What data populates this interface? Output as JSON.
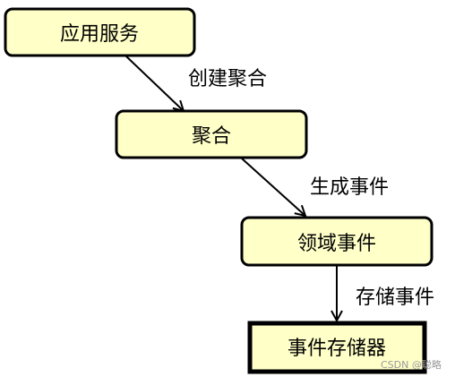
{
  "nodes": [
    {
      "id": "app-service",
      "label": "应用服务"
    },
    {
      "id": "aggregate",
      "label": "聚合"
    },
    {
      "id": "domain-event",
      "label": "领域事件"
    },
    {
      "id": "event-store",
      "label": "事件存储器"
    }
  ],
  "edges": [
    {
      "from": "app-service",
      "to": "aggregate",
      "label": "创建聚合"
    },
    {
      "from": "aggregate",
      "to": "domain-event",
      "label": "生成事件"
    },
    {
      "from": "domain-event",
      "to": "event-store",
      "label": "存储事件"
    }
  ],
  "watermark": "CSDN @聪略",
  "colors": {
    "node_fill": "#ffffc8",
    "node_stroke": "#000000",
    "edge_stroke": "#000000",
    "watermark_text": "#9a9a9a"
  }
}
